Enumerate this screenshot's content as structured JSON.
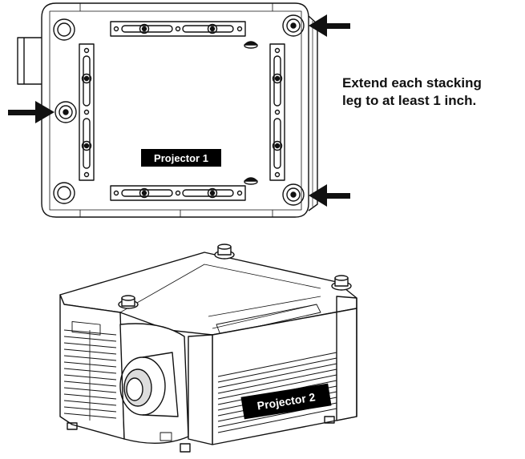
{
  "labels": {
    "projector_1": "Projector 1",
    "projector_2": "Projector 2"
  },
  "instruction": {
    "line1": "Extend each stacking",
    "line2": "leg to at least 1 inch."
  },
  "colors": {
    "ink": "#111111",
    "label_bg": "#000000",
    "label_text": "#ffffff"
  }
}
